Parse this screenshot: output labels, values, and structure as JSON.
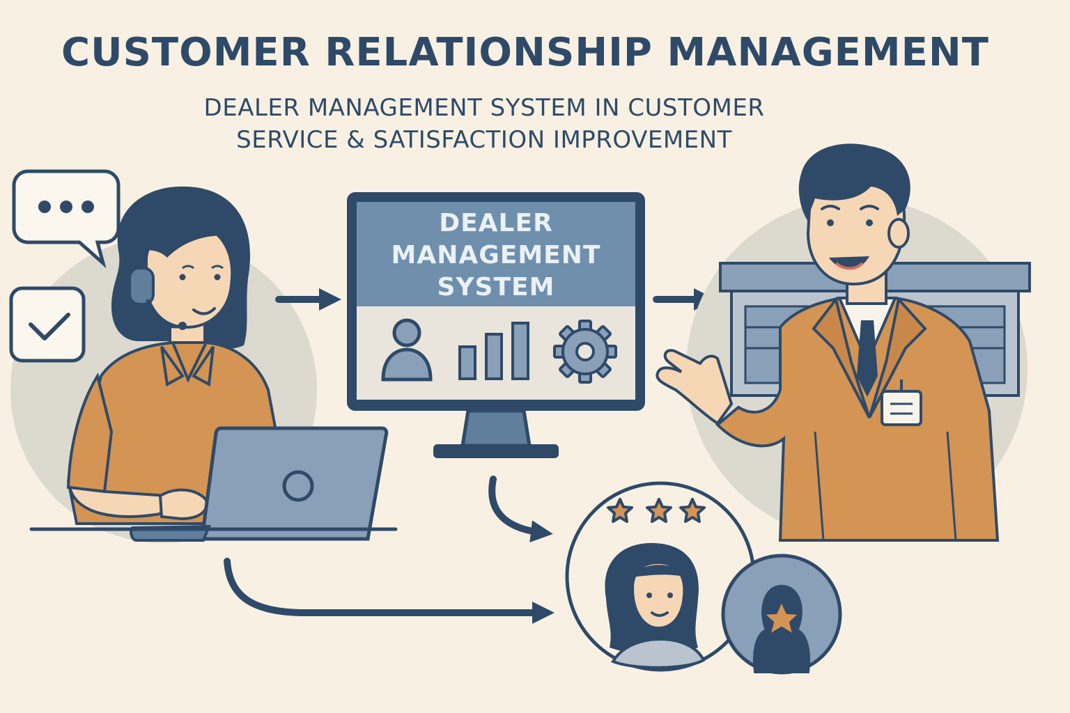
{
  "header": {
    "title": "CUSTOMER RELATIONSHIP MANAGEMENT",
    "subtitle_line1": "DEALER MANAGEMENT SYSTEM IN CUSTOMER",
    "subtitle_line2": "SERVICE & SATISFACTION IMPROVEMENT"
  },
  "monitor": {
    "line1": "DEALER",
    "line2": "MANAGEMENT",
    "line3": "SYSTEM",
    "icons": [
      "user-icon",
      "bar-chart-icon",
      "gear-icon"
    ]
  },
  "icons": {
    "agent_side": [
      "chat-bubble-icon",
      "checkmark-icon",
      "headset-icon",
      "laptop-icon"
    ],
    "feedback": [
      "star-icon",
      "star-icon",
      "star-icon",
      "customer-avatar-icon",
      "star-badge-icon"
    ],
    "flow": [
      "arrow-right-icon",
      "arrow-right-icon",
      "curved-arrow-icon",
      "curved-arrow-icon"
    ]
  },
  "colors": {
    "navy": "#2f4a68",
    "slate": "#5f7f9c",
    "orange": "#d39454",
    "background": "#f8f1e3",
    "circle": "#dcd9cf"
  },
  "rating": {
    "stars": 3
  }
}
